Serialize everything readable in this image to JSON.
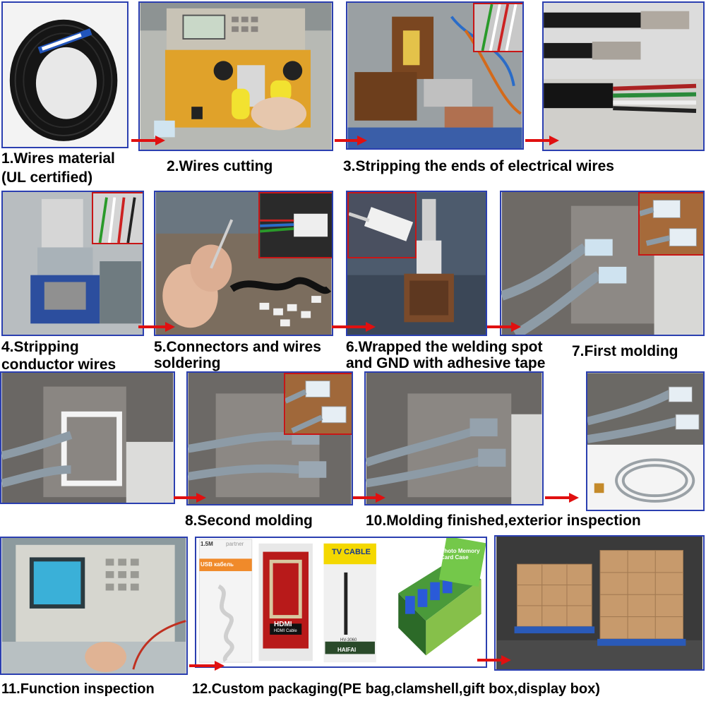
{
  "captions": {
    "s1a": "1.Wires material",
    "s1b": "(UL certified)",
    "s2": "2.Wires cutting",
    "s3": "3.Stripping the ends of electrical wires",
    "s4a": "4.Stripping",
    "s4b": "conductor wires",
    "s5a": "5.Connectors and wires",
    "s5b": "soldering",
    "s6a": "6.Wrapped the welding spot",
    "s6b": "and GND with adhesive tape",
    "s7": "7.First molding",
    "s8": "8.Second molding",
    "s10": "10.Molding finished,exterior inspection",
    "s11": "11.Function inspection",
    "s12": "12.Custom packaging(PE bag,clamshell,gift box,display box)"
  },
  "package_labels": {
    "usb_length": "1.5M",
    "usb_brand": "partner",
    "usb_title": "USB кабель",
    "hdmi_logo": "HDMI",
    "hdmi_sub": "HDMI Cable",
    "tv_title": "TV CABLE",
    "tv_model": "HV-3060",
    "tv_brand": "HAIFAI",
    "card_title": "Photo Memory Card Case"
  },
  "colors": {
    "photo_border": "#2b3fb0",
    "arrow": "#e01010",
    "inset_border": "#c81616"
  }
}
